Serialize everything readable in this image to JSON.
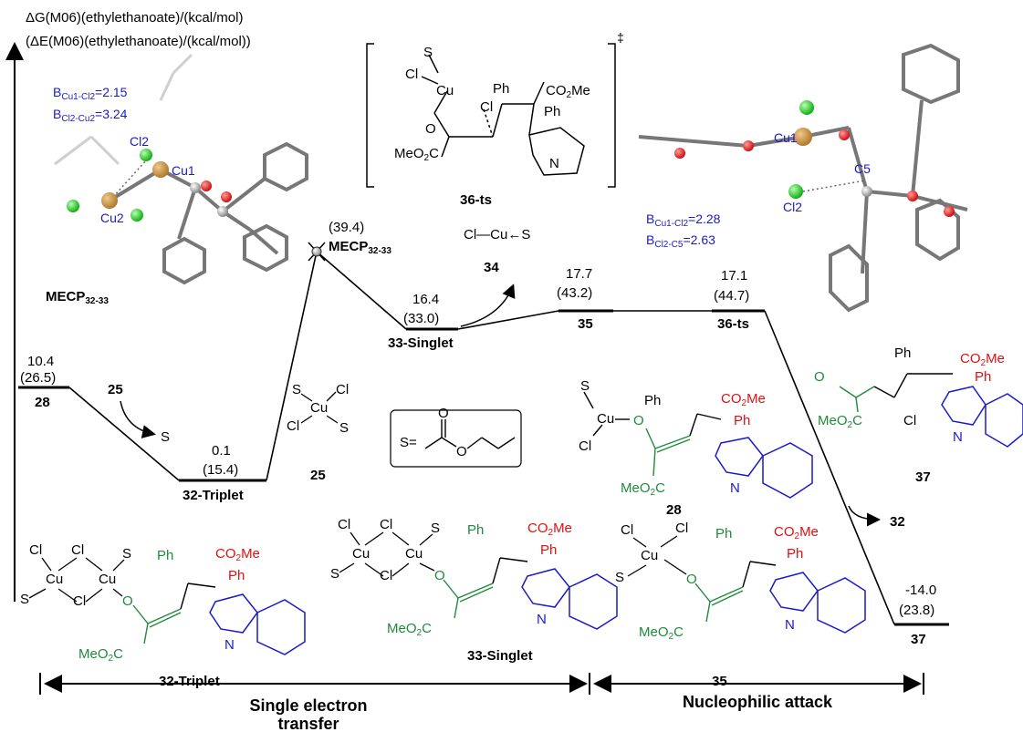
{
  "axis": {
    "title_line1": "ΔG(M06)(ethylethanoate)/(kcal/mol)",
    "title_line2": "(ΔE(M06)(ethylethanoate)/(kcal/mol))"
  },
  "levels": {
    "l28": {
      "dg": "10.4",
      "de": "(26.5)",
      "name": "28"
    },
    "l32": {
      "dg": "0.1",
      "de": "(15.4)",
      "name": "32-Triplet"
    },
    "mecp": {
      "de": "(39.4)",
      "name": "MECP32-33"
    },
    "l33": {
      "dg": "16.4",
      "de": "(33.0)",
      "name": "33-Singlet"
    },
    "l35": {
      "dg": "17.7",
      "de": "(43.2)",
      "name": "35"
    },
    "l36": {
      "dg": "17.1",
      "de": "(44.7)",
      "name": "36-ts"
    },
    "l37": {
      "dg": "-14.0",
      "de": "(23.8)",
      "name": "37"
    }
  },
  "arrows": {
    "in25": "25",
    "outS": "S",
    "out34": "34",
    "out32": "32"
  },
  "mecp_geom": {
    "b1": "BCu1-Cl2=2.15",
    "b2": "BCl2-Cu2=3.24",
    "atoms": [
      "Cl2",
      "Cu1",
      "Cu2"
    ],
    "caption": "MECP32-33"
  },
  "ts_geom": {
    "b1": "BCu1-Cl2=2.28",
    "b2": "BCl2-C5=2.63",
    "atoms": [
      "Cu1",
      "Cl2",
      "C5"
    ]
  },
  "legend": {
    "s_def": "S=",
    "caption25": "25"
  },
  "structures": {
    "ts36": {
      "caption": "36-ts",
      "dagger": "‡"
    },
    "s34": {
      "text": "Cl—Cu←S",
      "caption": "34"
    },
    "s28": "28",
    "s37": "37",
    "s32": "32-Triplet",
    "s33": "33-Singlet",
    "s35": "35"
  },
  "phases": {
    "set_line1": "Single electron",
    "set_line2": "transfer",
    "nuc": "Nucleophilic attack"
  }
}
